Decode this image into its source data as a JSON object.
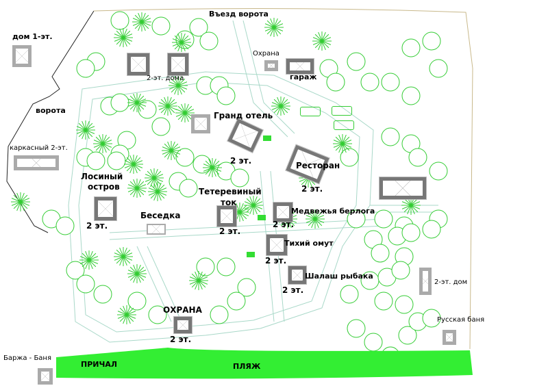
{
  "map_labels": {
    "entrance_gate": "Въезд ворота",
    "house_1floor": "дом 1-эт.",
    "guard_top": "Охрана",
    "garage": "гараж",
    "houses_2floor": "2-эт. дома",
    "gate": "ворота",
    "grand_hotel": "Гранд отель",
    "grand_hotel_floors": "2 эт.",
    "frame_2floor": "каркасный 2-эт.",
    "restaurant": "Ресторан",
    "restaurant_floors": "2 эт.",
    "moose_island_1": "Лосиный",
    "moose_island_2": "остров",
    "moose_island_floors": "2 эт.",
    "grouse_1": "Тетеревиный",
    "grouse_2": "ток",
    "grouse_floors": "2 эт.",
    "gazebo": "Беседка",
    "bear_den": "Медвежья берлога",
    "bear_den_floors": "2 эт.",
    "quiet_pool": "Тихий омут",
    "quiet_pool_floors": "2 эт.",
    "fisher_hut": "Шалаш рыбака",
    "fisher_hut_floors": "2 эт.",
    "house_2floor": "2-эт. дом",
    "guard_bottom": "ОХРАНА",
    "guard_bottom_floors": "2 эт.",
    "russian_bath": "Русская баня",
    "barge_bath": "Баржа - Баня",
    "pier": "ПРИЧАЛ",
    "beach": "ПЛЯЖ"
  },
  "colors": {
    "tree": "#3c3",
    "beach": "#33ee33",
    "path": "#a8d8c8",
    "building": "#aaaaaa"
  }
}
